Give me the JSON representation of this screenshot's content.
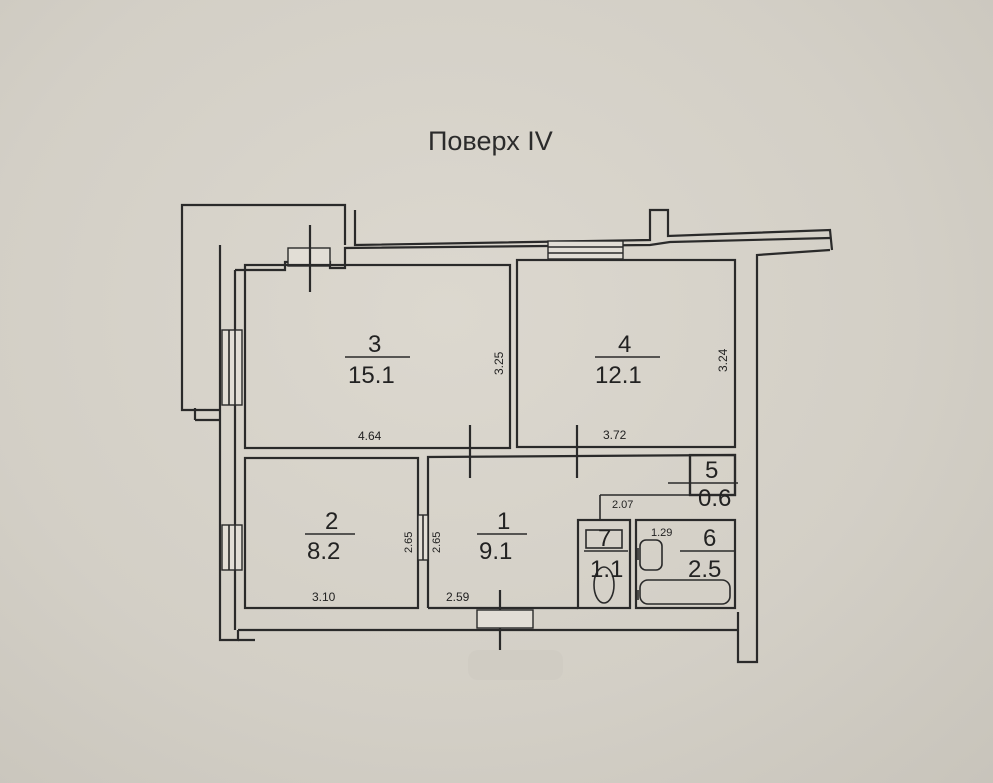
{
  "title": "Поверх IV",
  "rooms": [
    {
      "number": "1",
      "area": "9.1"
    },
    {
      "number": "2",
      "area": "8.2"
    },
    {
      "number": "3",
      "area": "15.1"
    },
    {
      "number": "4",
      "area": "12.1"
    },
    {
      "number": "5",
      "area": "0.6"
    },
    {
      "number": "6",
      "area": "2.5"
    },
    {
      "number": "7",
      "area": "1.1"
    }
  ],
  "dimensions": {
    "room3_width": "4.64",
    "room3_height": "3.25",
    "room4_width": "3.72",
    "room4_height": "3.24",
    "room2_width": "3.10",
    "room2_height": "2.65",
    "room1_width": "2.59",
    "room1_height": "2.65",
    "hall_bath_width": "2.07",
    "bath_width": "1.29"
  }
}
